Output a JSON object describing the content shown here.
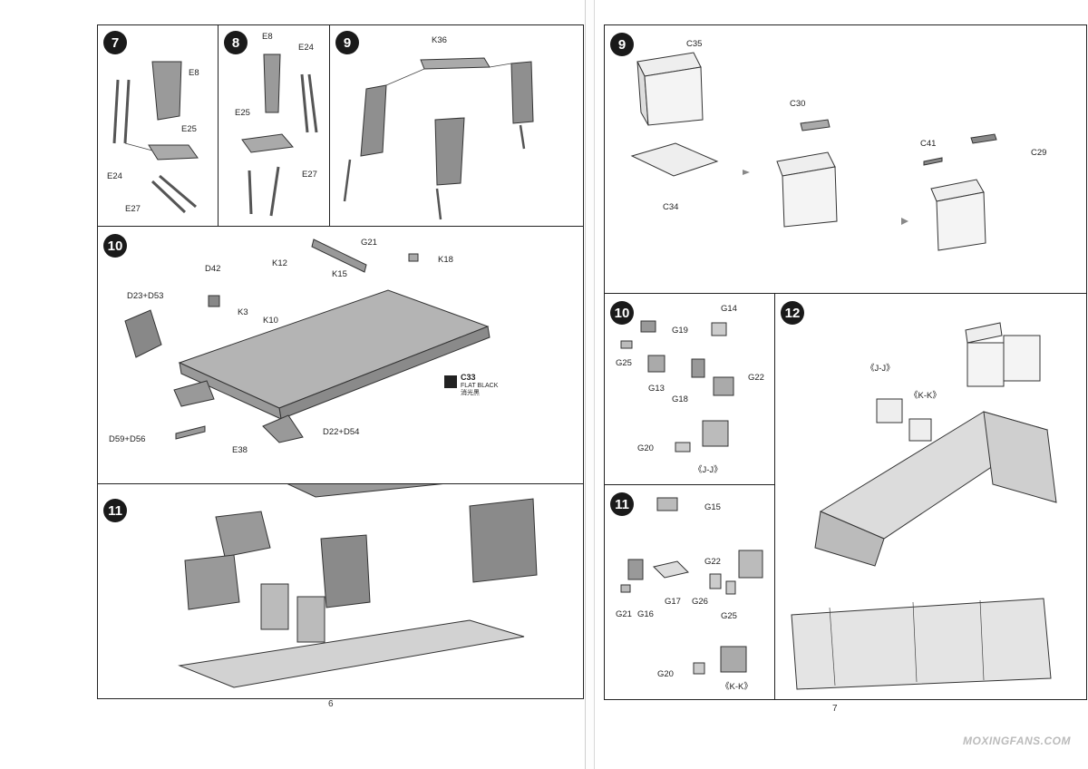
{
  "left_page": {
    "page_number": "6",
    "step7": {
      "badge": "7",
      "labels": [
        "E8",
        "E25",
        "E24",
        "E27"
      ]
    },
    "step8": {
      "badge": "8",
      "labels": [
        "E8",
        "E24",
        "E25",
        "E27"
      ]
    },
    "step9": {
      "badge": "9",
      "labels": [
        "K36"
      ]
    },
    "step10": {
      "badge": "10",
      "labels": [
        "G21",
        "K18",
        "K12",
        "D42",
        "K15",
        "D23+D53",
        "K3",
        "K10",
        "D59+D56",
        "E38",
        "D22+D54"
      ],
      "paint_code": "C33",
      "paint_name": "FLAT BLACK",
      "paint_name_cn": "消光黑"
    },
    "step11": {
      "badge": "11"
    }
  },
  "right_page": {
    "page_number": "7",
    "step9": {
      "badge": "9",
      "labels": [
        "C35",
        "C30",
        "C41",
        "C29",
        "C34"
      ]
    },
    "step10": {
      "badge": "10",
      "labels": [
        "G14",
        "G19",
        "G25",
        "G22",
        "G13",
        "G18",
        "G20"
      ],
      "caption": "《J-J》"
    },
    "step11": {
      "badge": "11",
      "labels": [
        "G15",
        "G22",
        "G21",
        "G16",
        "G17",
        "G26",
        "G25",
        "G20"
      ],
      "caption": "《K-K》"
    },
    "step12": {
      "badge": "12",
      "labels": [
        "《J-J》",
        "《K-K》"
      ]
    },
    "watermark": "MOXINGFANS.COM"
  }
}
